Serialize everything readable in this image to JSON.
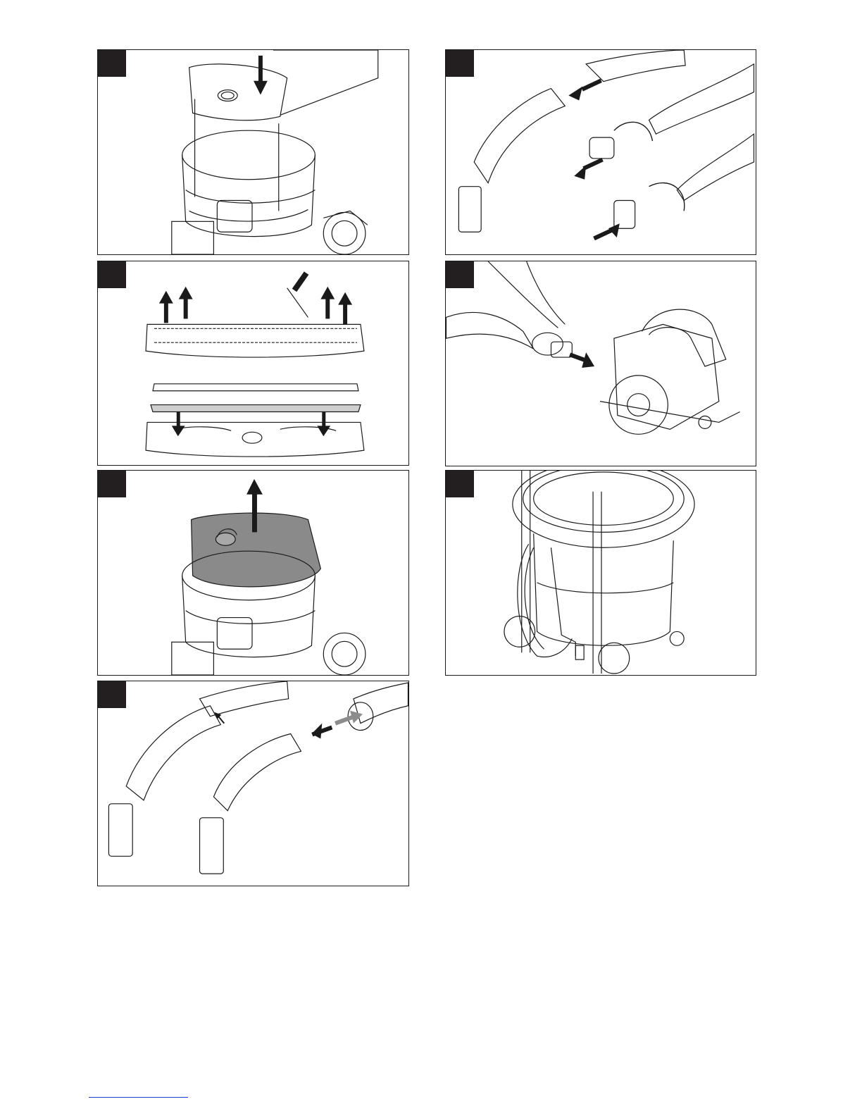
{
  "page": {
    "kind": "illustration-sheet",
    "panel_count": 7,
    "colors": {
      "line": "#1a1a1a",
      "tag": "#231f20",
      "filter_fill": "#8a8a8a",
      "hint_arrow": "#8c8c8c",
      "footer_rule": "#1f3fd0"
    }
  },
  "panels": [
    {
      "id": "p1",
      "icon": "filter-bag-insert-illustration"
    },
    {
      "id": "p2",
      "icon": "hose-disconnect-illustration"
    },
    {
      "id": "p3",
      "icon": "floor-nozzle-strips-illustration"
    },
    {
      "id": "p4",
      "icon": "power-tool-connect-illustration"
    },
    {
      "id": "p5",
      "icon": "filter-remove-illustration"
    },
    {
      "id": "p6",
      "icon": "storage-illustration"
    },
    {
      "id": "p7",
      "icon": "handle-connect-illustration"
    }
  ]
}
